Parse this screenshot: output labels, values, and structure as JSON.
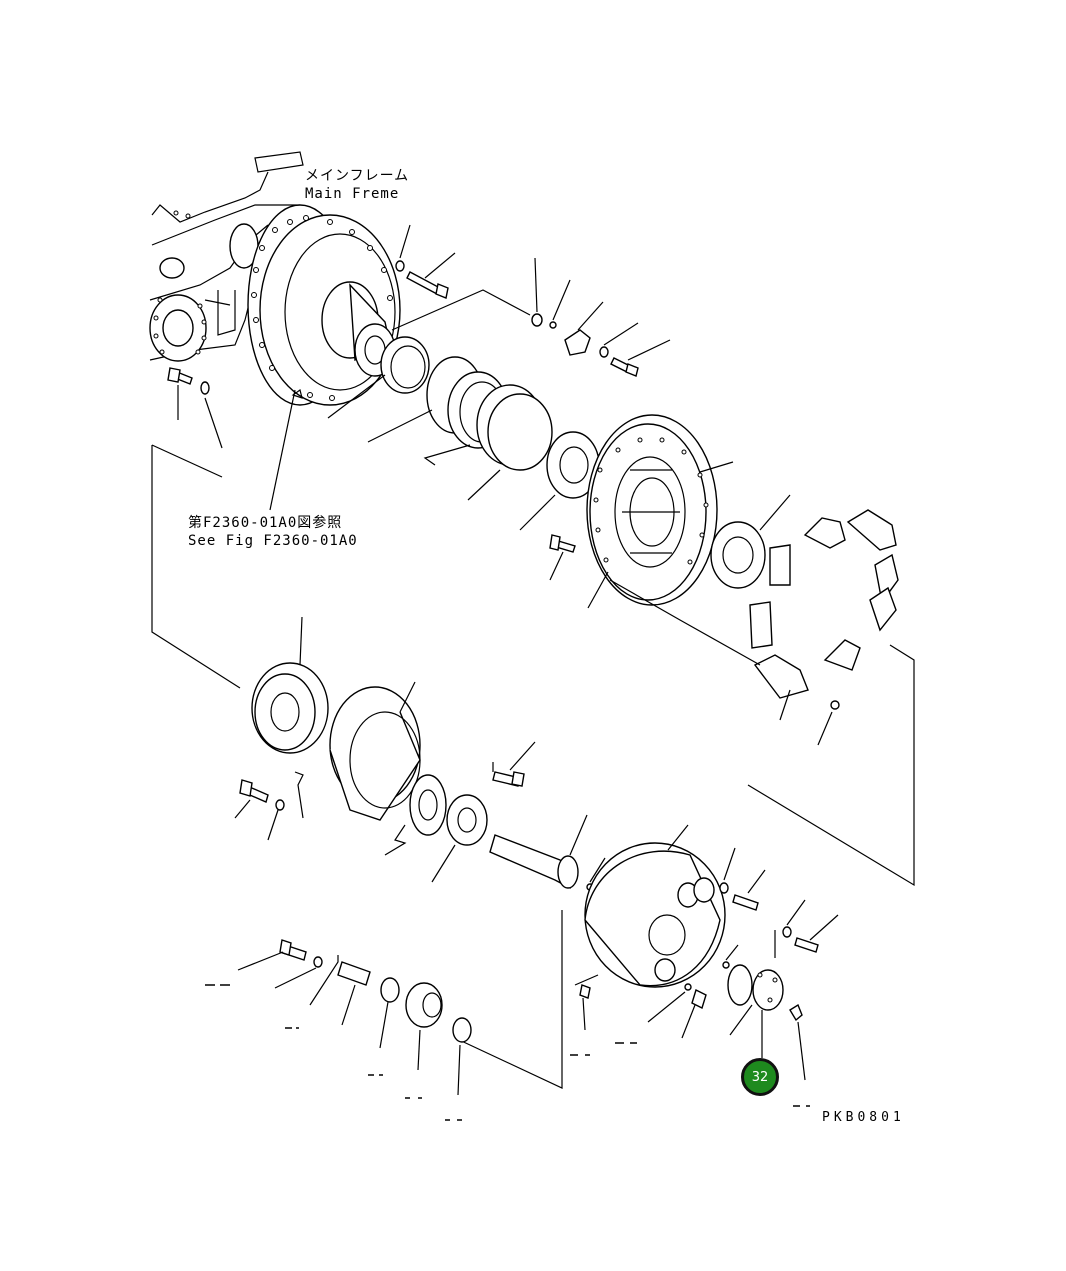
{
  "labels": {
    "main_frame_jp": "メインフレーム",
    "main_frame_en": "Main Freme",
    "see_fig_jp": "第F2360-01A0図参照",
    "see_fig_en": "See Fig F2360-01A0",
    "drawing_code": "PKB0801"
  },
  "callout": {
    "number": "32",
    "color": "#1e8a1e"
  },
  "colors": {
    "line": "#000000",
    "background": "#ffffff"
  }
}
